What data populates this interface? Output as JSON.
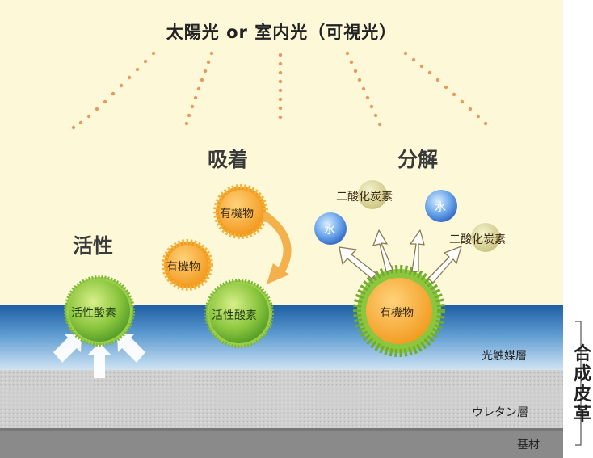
{
  "title": "太陽光 or 室内光（可視光）",
  "stages": {
    "activation": "活性",
    "adsorption": "吸着",
    "decomposition": "分解"
  },
  "molecules": {
    "organic": "有機物",
    "active_oxygen": "活性酸素",
    "water": "水",
    "co2": "二酸化炭素"
  },
  "layers": {
    "photocatalyst": "光触媒層",
    "urethane": "ウレタン層",
    "base": "基材"
  },
  "side_label": [
    "合",
    "成",
    "皮",
    "革"
  ],
  "colors": {
    "background": "#fdf9d8",
    "light_dots": "#e89a5e",
    "photocatalyst_layer": "#2f78b8",
    "urethane_layer": "#cfcfcf",
    "base_layer": "#8a8a8a",
    "organic": "#f6a126",
    "active_oxygen": "#7cbf2e",
    "water": "#3d7fd6",
    "co2": "#d3cd8c"
  }
}
